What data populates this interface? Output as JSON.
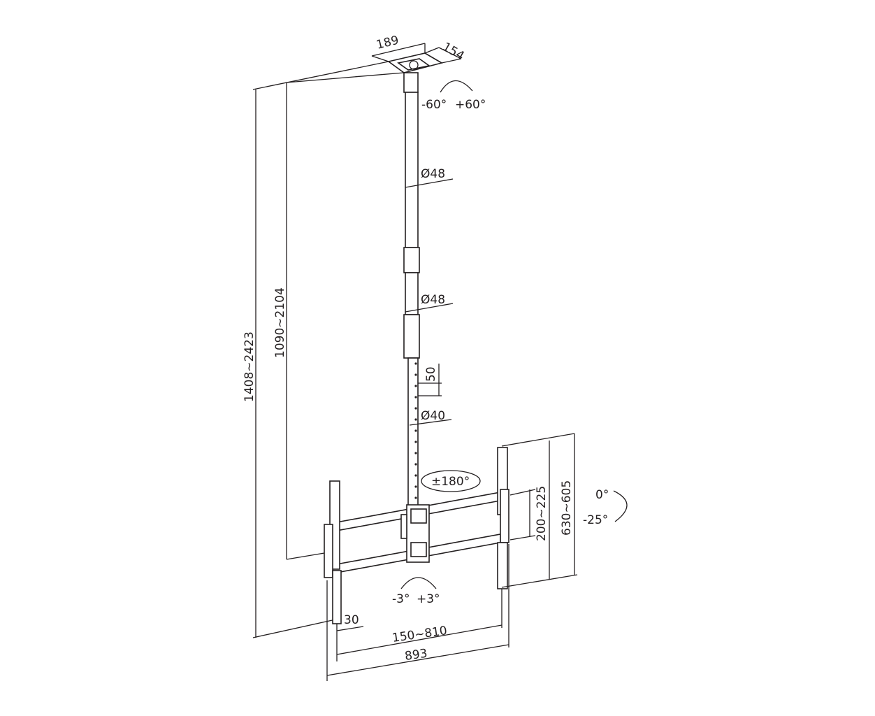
{
  "dimensions": {
    "plate_width": "189",
    "plate_depth": "154",
    "swivel_top": [
      "-60°",
      "+60°"
    ],
    "tube_upper": "Ø48",
    "tube_middle": "Ø48",
    "hole_spacing": "50",
    "tube_lower": "Ø40",
    "total_height": "1408~2423",
    "pole_height": "1090~2104",
    "rotation": "±180°",
    "tilt": [
      "0°",
      "-25°"
    ],
    "vertical_a": "200~225",
    "vertical_b": "630~605",
    "level": [
      "-3°",
      "+3°"
    ],
    "offset": "30",
    "vesa_width": "150~810",
    "total_width": "893"
  }
}
